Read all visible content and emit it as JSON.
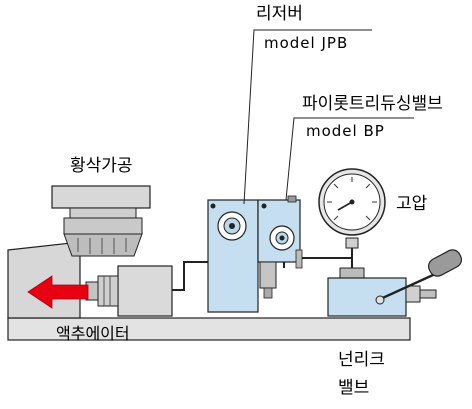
{
  "labels": {
    "accumulator": "리저버",
    "accumulator_model": "model JPB",
    "pilot_check_valve": "파이롯트리듀싱밸브",
    "pilot_check_valve_model": "model BP",
    "machining": "황삭가공",
    "high_pressure": "고압",
    "actuator": "액추에이터",
    "needle_valve_line1": "넌리크",
    "needle_valve_line2": "밸브"
  },
  "colors": {
    "block_blue": "#c5dff0",
    "cylinder_gray": "#dadada",
    "base_gray": "#e3e3e3",
    "arrow_red": "#e60012",
    "line_black": "#222222"
  }
}
